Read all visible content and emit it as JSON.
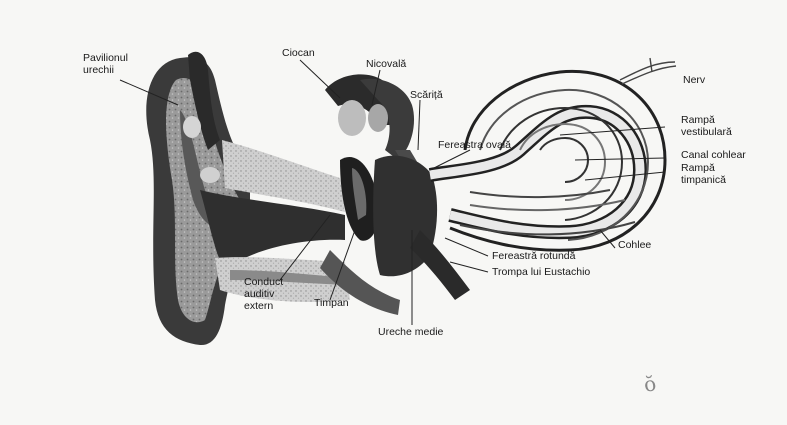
{
  "labels": {
    "pavilion": [
      "Pavilionul",
      "urechii"
    ],
    "ciocan": "Ciocan",
    "nicovala": "Nicovală",
    "scarita": "Scăriță",
    "fereastra_ovala": "Fereastra ovală",
    "nerv": "Nerv",
    "rampa_vestibulara": [
      "Rampă",
      "vestibulară"
    ],
    "canal_cohlear": "Canal cohlear",
    "rampa_timpanica": [
      "Rampă",
      "timpanică"
    ],
    "cohlee": "Cohlee",
    "fereastra_rotunda": "Fereastră rotundă",
    "trompa": "Trompa lui Eustachio",
    "conduct": [
      "Conduct",
      "auditiv",
      "extern"
    ],
    "timpan": "Timpan",
    "ureche_medie": "Ureche medie"
  },
  "handwritten_mark": "ŏ"
}
